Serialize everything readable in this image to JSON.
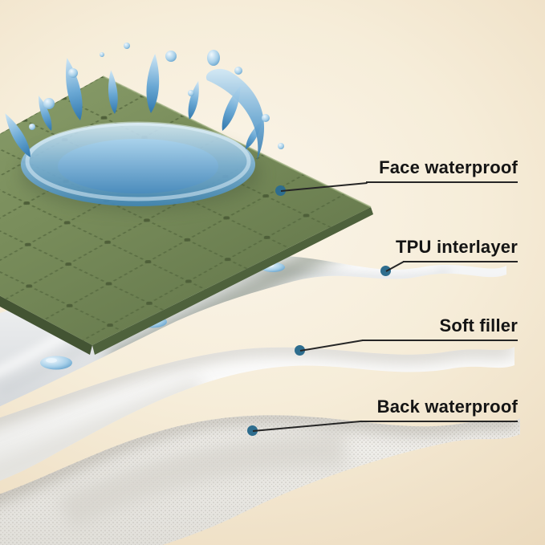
{
  "diagram": {
    "subject": "waterproof fabric layer structure",
    "callouts": [
      {
        "label": "Face waterproof",
        "icon": "callout-dot"
      },
      {
        "label": "TPU interlayer",
        "icon": "callout-dot"
      },
      {
        "label": "Soft filler",
        "icon": "callout-dot"
      },
      {
        "label": "Back waterproof",
        "icon": "callout-dot"
      }
    ]
  },
  "colors": {
    "background_center": "#fbf5ea",
    "background_edge": "#e5d2b2",
    "fabric_green": "#7a8e5c",
    "water_blue": "#4a90c2",
    "callout_dot": "#2e6d8e",
    "callout_line": "#262626",
    "label_text": "#141414"
  }
}
